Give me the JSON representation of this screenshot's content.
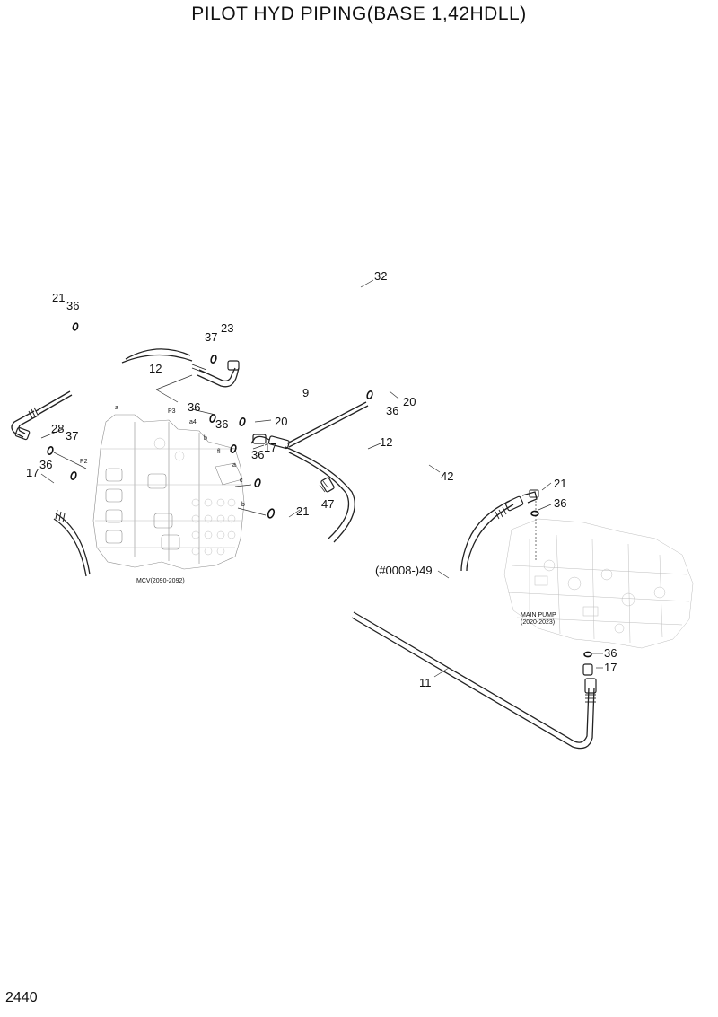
{
  "page": {
    "title": "PILOT HYD PIPING(BASE 1,42HDLL)",
    "page_number": "2440"
  },
  "callouts": {
    "c21a": "21",
    "c36a": "36",
    "c32": "32",
    "c37a": "37",
    "c23": "23",
    "c12a": "12",
    "c9": "9",
    "c36b": "36",
    "c36c": "36",
    "c20a": "20",
    "c36d": "36",
    "c20b": "20",
    "c17a": "17",
    "c36e": "36",
    "c12b": "12",
    "c28": "28",
    "c37b": "37",
    "c36f": "36",
    "c17b": "17",
    "c42": "42",
    "c21b": "21",
    "c47": "47",
    "c21c": "21",
    "c36g": "36",
    "c49": "(#0008-)49",
    "c36h": "36",
    "c17c": "17",
    "c11": "11"
  },
  "component_labels": {
    "mcv": "MCV(2090-2092)",
    "pump_line1": "MAIN PUMP",
    "pump_line2": "(2020-2023)"
  },
  "port_labels": {
    "p_a1": "a",
    "p_p3": "P3",
    "p_a4": "a4",
    "p_b1": "b",
    "p_f": "fl",
    "p_a2": "a",
    "p_p2": "P2",
    "p_c": "c",
    "p_b2": "b"
  }
}
